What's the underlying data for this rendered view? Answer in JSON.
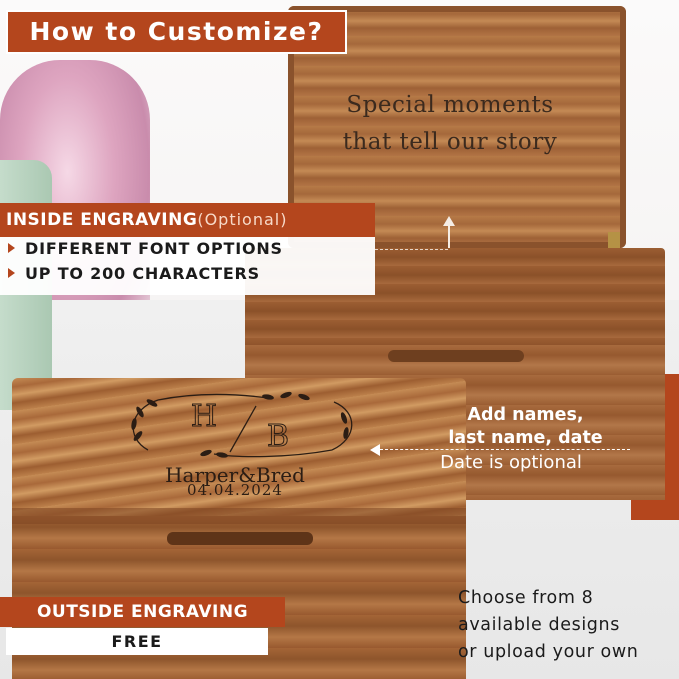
{
  "title": "How to Customize?",
  "lid_engraving": {
    "line1": "Special moments",
    "line2": "that tell our story"
  },
  "inside": {
    "heading": "INSIDE ENGRAVING",
    "optional": "(Optional)",
    "items": [
      "DIFFERENT FONT OPTIONS",
      "UP TO 200 CHARACTERS"
    ]
  },
  "front_engraving": {
    "monogram_left": "H",
    "monogram_right": "B",
    "names": "Harper&Bred",
    "date": "04.04.2024"
  },
  "callout": {
    "line1": "Add names,",
    "line2": "last name, date",
    "line3": "Date is optional"
  },
  "outside": {
    "heading": "OUTSIDE ENGRAVING",
    "badge": "FREE"
  },
  "choose": {
    "line1": "Choose from 8",
    "line2": "available designs",
    "line3": "or upload your own"
  },
  "colors": {
    "accent": "#b4461d",
    "text_dark": "#1b1b1b",
    "white": "#ffffff"
  },
  "icons": [
    "triangle-bullet-icon",
    "arrow-up-icon",
    "arrow-left-icon",
    "laurel-wreath-icon"
  ]
}
